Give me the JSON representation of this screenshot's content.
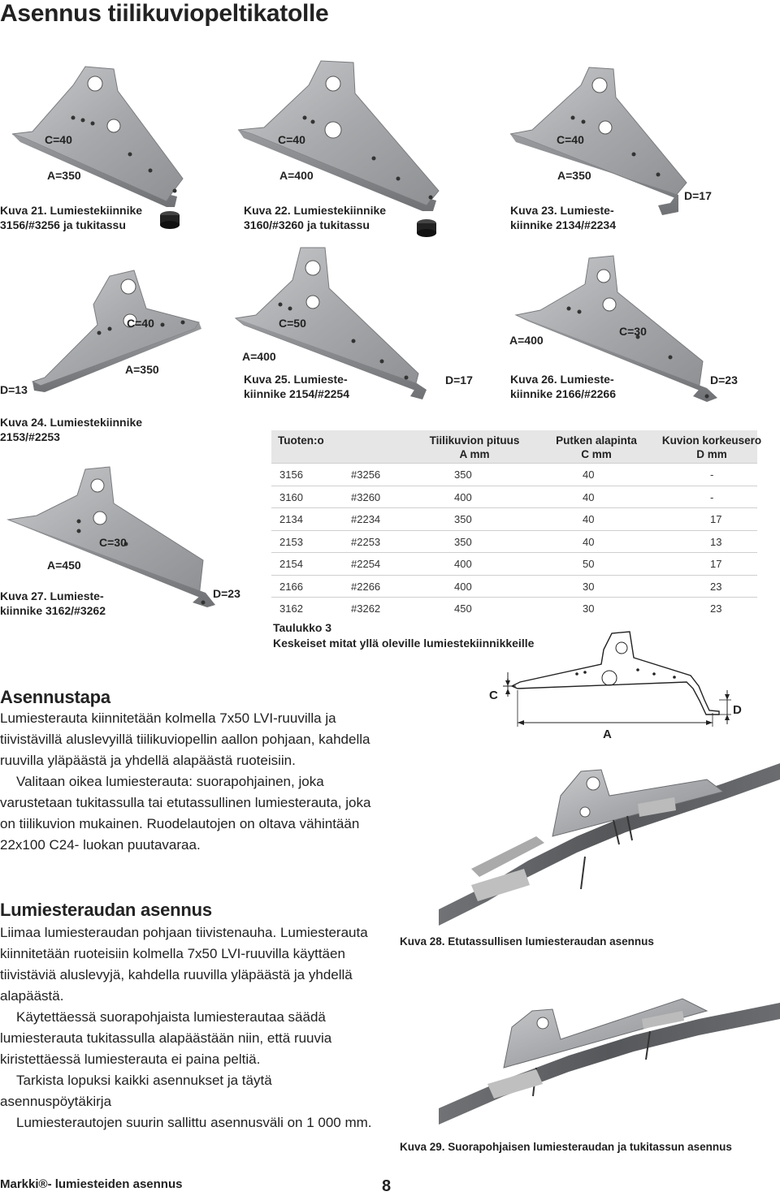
{
  "page": {
    "title": "Asennus tiilikuviopeltikatolle"
  },
  "figures": {
    "k21": {
      "caption_line1": "Kuva 21. Lumiestekiinnike",
      "caption_line2": "3156/#3256 ja tukitassu",
      "c": "C=40",
      "a": "A=350"
    },
    "k22": {
      "caption_line1": "Kuva 22. Lumiestekiinnike",
      "caption_line2": "3160/#3260 ja tukitassu",
      "c": "C=40",
      "a": "A=400"
    },
    "k23": {
      "caption_line1": "Kuva 23. Lumieste-",
      "caption_line2": "kiinnike 2134/#2234",
      "c": "C=40",
      "a": "A=350",
      "d": "D=17"
    },
    "k24": {
      "caption_line1": "Kuva 24. Lumiestekiinnike",
      "caption_line2": "2153/#2253",
      "c": "C=40",
      "a": "A=350",
      "d": "D=13"
    },
    "k25": {
      "caption_line1": "Kuva 25. Lumieste-",
      "caption_line2": "kiinnike 2154/#2254",
      "c": "C=50",
      "a": "A=400",
      "d": "D=17"
    },
    "k26": {
      "caption_line1": "Kuva 26. Lumieste-",
      "caption_line2": "kiinnike 2166/#2266",
      "c": "C=30",
      "a": "A=400",
      "d": "D=23"
    },
    "k27": {
      "caption_line1": "Kuva 27. Lumieste-",
      "caption_line2": "kiinnike 3162/#3262",
      "c": "C=30",
      "a": "A=450",
      "d": "D=23"
    }
  },
  "table": {
    "headers": {
      "product": "Tuoten:o",
      "length_l1": "Tiilikuvion pituus",
      "length_l2": "A mm",
      "pipe_l1": "Putken alapinta",
      "pipe_l2": "C mm",
      "height_l1": "Kuvion korkeusero",
      "height_l2": "D mm"
    },
    "rows": [
      {
        "no": "3156",
        "alt": "#3256",
        "a": "350",
        "c": "40",
        "d": "-"
      },
      {
        "no": "3160",
        "alt": "#3260",
        "a": "400",
        "c": "40",
        "d": "-"
      },
      {
        "no": "2134",
        "alt": "#2234",
        "a": "350",
        "c": "40",
        "d": "17"
      },
      {
        "no": "2153",
        "alt": "#2253",
        "a": "350",
        "c": "40",
        "d": "13"
      },
      {
        "no": "2154",
        "alt": "#2254",
        "a": "400",
        "c": "50",
        "d": "17"
      },
      {
        "no": "2166",
        "alt": "#2266",
        "a": "400",
        "c": "30",
        "d": "23"
      },
      {
        "no": "3162",
        "alt": "#3262",
        "a": "450",
        "c": "30",
        "d": "23"
      }
    ],
    "note_title": "Taulukko 3",
    "note_text": "Keskeiset mitat yllä oleville lumiestekiinnikkeille"
  },
  "diagram": {
    "c": "C",
    "a": "A",
    "d": "D"
  },
  "asennustapa": {
    "heading": "Asennustapa",
    "p1": "Lumiesterauta kiinnitetään kolmella 7x50 LVI-ruuvilla ja tiivistävillä aluslevyillä tiilikuviopellin aallon pohjaan, kahdella ruuvilla yläpäästä ja yhdellä alapäästä ruoteisiin.",
    "p2": "Valitaan oikea lumiesterauta: suorapohjainen, joka varustetaan tukitassulla tai etutassullinen lumiesterauta, joka on tiilikuvion mukainen. Ruodelautojen on oltava vähintään 22x100 C24- luokan puutavaraa."
  },
  "asennus": {
    "heading": "Lumiesteraudan asennus",
    "p1": "Liimaa lumiesteraudan pohjaan tiivistenauha. Lumiesterauta kiinnitetään ruoteisiin kolmella 7x50 LVI-ruuvilla käyttäen tiivistäviä aluslevyjä, kahdella ruuvilla yläpäästä ja yhdellä alapäästä.",
    "p2": "Käytettäessä suorapohjaista lumiesterautaa säädä lumiesterauta tukitassulla alapäästään niin, että ruuvia kiristettäessä lumiesterauta ei paina peltiä.",
    "p3": "Tarkista lopuksi kaikki asennukset ja täytä asennuspöytäkirja",
    "p4": "Lumiesterautojen suurin sallittu asennusväli on 1 000 mm."
  },
  "photos": {
    "k28": "Kuva 28. Etutassullisen lumiesteraudan asennus",
    "k29": "Kuva 29. Suorapohjaisen lumiesteraudan ja tukitassun asennus"
  },
  "footer": {
    "brand": "Markki®- lumiesteiden asennus",
    "page_number": "8"
  }
}
